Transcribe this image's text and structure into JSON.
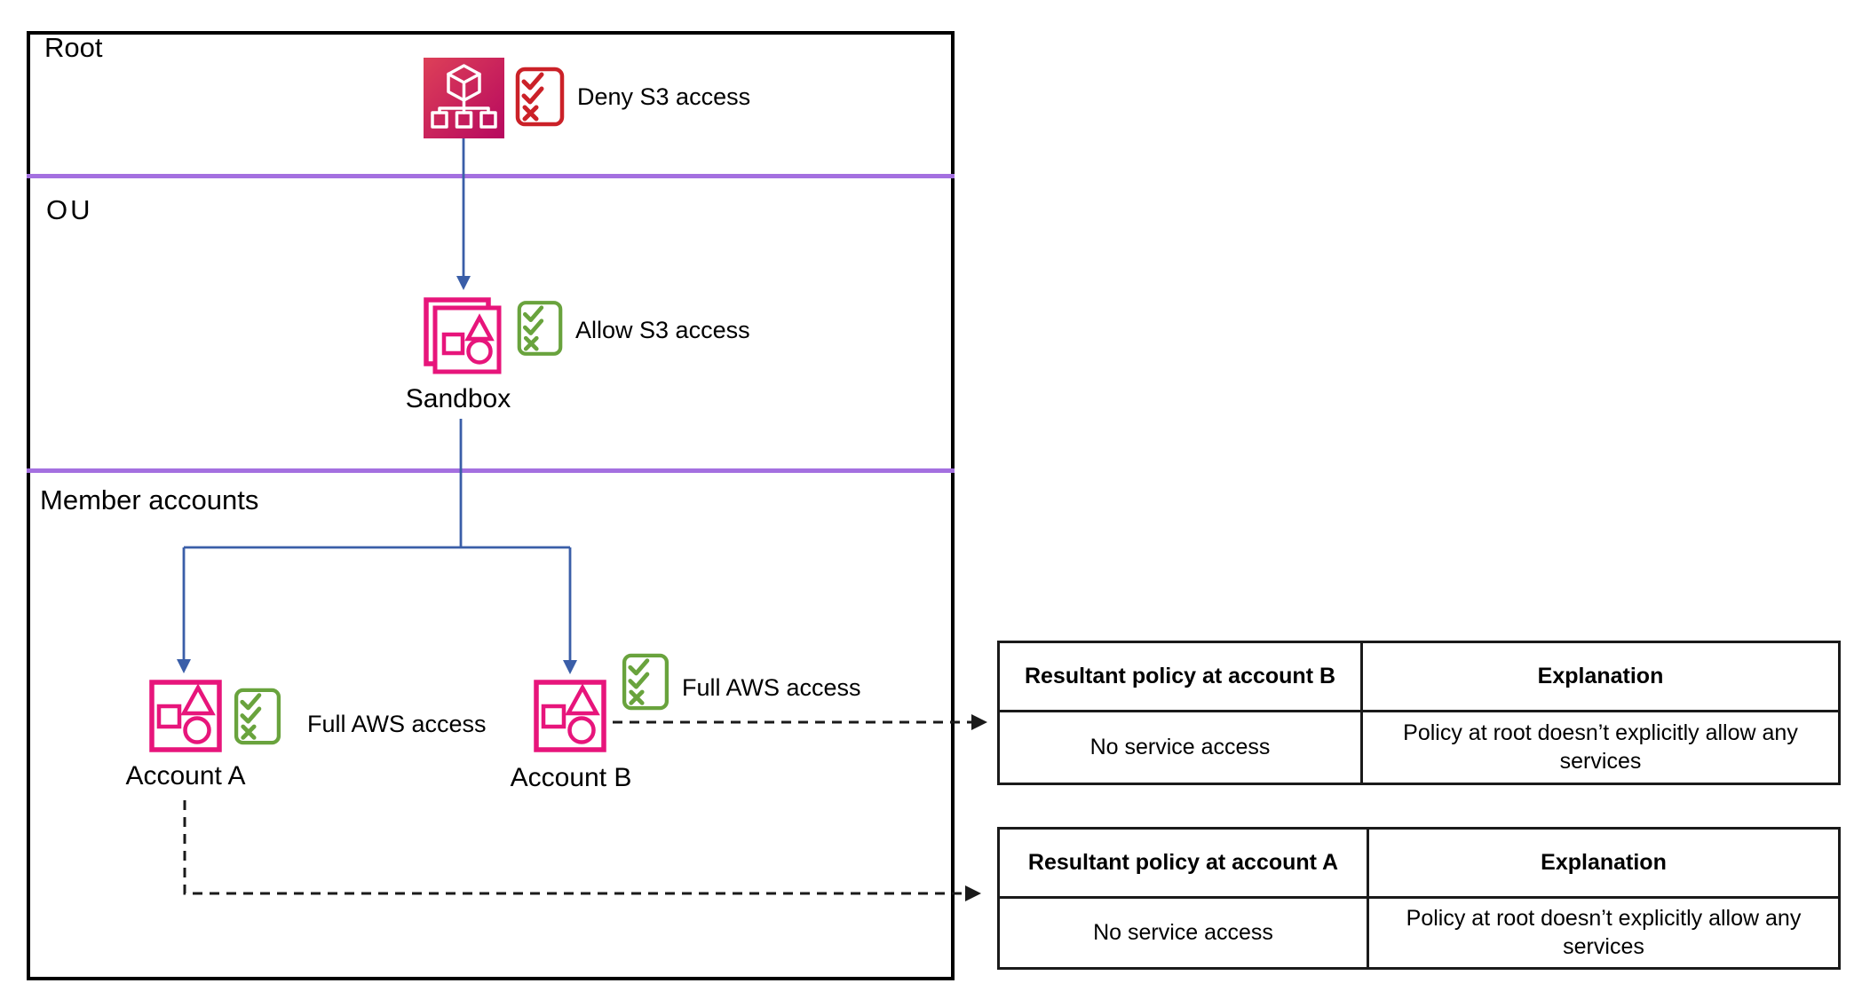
{
  "colors": {
    "pink": "#E7157B",
    "pink_grad_start": "#DD4058",
    "pink_grad_end": "#B7085F",
    "green": "#69A33D",
    "red": "#CB2128",
    "blue": "#3A5EA8",
    "purple": "#A470E0",
    "ink": "#1A1A1A"
  },
  "sections": {
    "root": "Root",
    "ou": "OU",
    "member_accounts": "Member accounts"
  },
  "nodes": {
    "root_policy_label": "Deny S3 access",
    "sandbox_policy_label": "Allow S3 access",
    "sandbox_label": "Sandbox",
    "account_a_label": "Account A",
    "account_a_policy_label": "Full AWS access",
    "account_b_label": "Account B",
    "account_b_policy_label": "Full AWS access"
  },
  "icons": {
    "root": "aws-organizations-icon",
    "root_policy": "deny-policy-checklist-icon",
    "sandbox": "organizational-unit-icon",
    "sandbox_policy": "allow-policy-checklist-icon",
    "account": "aws-account-icon",
    "account_policy": "allow-policy-checklist-icon"
  },
  "tables": [
    {
      "headers": [
        "Resultant policy at account B",
        "Explanation"
      ],
      "rows": [
        [
          "No service access",
          "Policy at root doesn’t explicitly allow any services"
        ]
      ]
    },
    {
      "headers": [
        "Resultant policy at account A",
        "Explanation"
      ],
      "rows": [
        [
          "No service access",
          "Policy at root doesn’t explicitly allow any services"
        ]
      ]
    }
  ]
}
